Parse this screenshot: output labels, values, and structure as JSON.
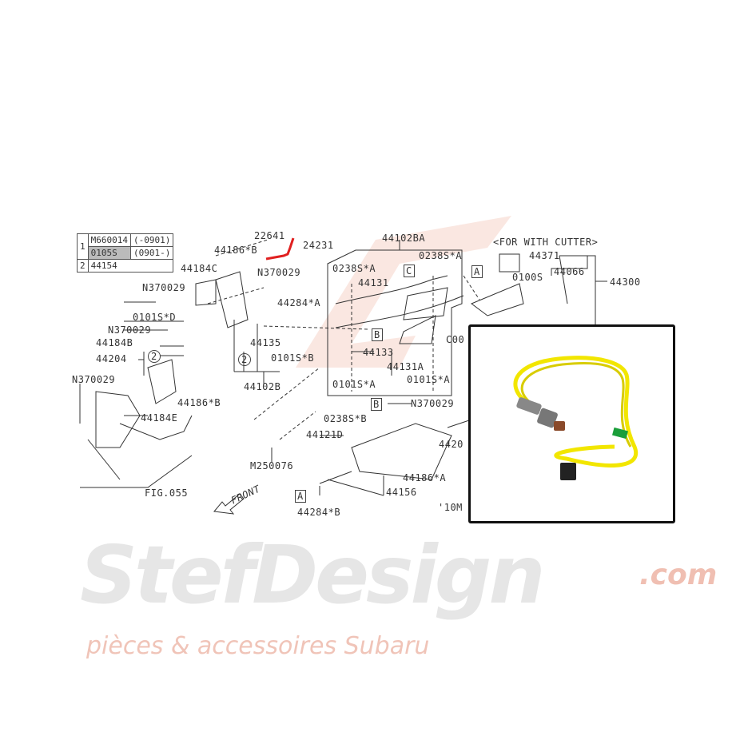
{
  "legend": {
    "rows": [
      {
        "marker": "1",
        "part": "M660014",
        "range": "(-0901)"
      },
      {
        "marker": "",
        "part": "0105S",
        "range": "(0901-)"
      },
      {
        "marker": "2",
        "part": "44154",
        "range": ""
      }
    ]
  },
  "labels": {
    "l22641": "22641",
    "l24231": "24231",
    "l44186b_top": "44186*B",
    "l44184c": "44184C",
    "l n370029_a": "N370029",
    "n370029_a": "N370029",
    "n370029_b": "N370029",
    "n370029_c": "N370029",
    "n370029_d": "N370029",
    "n370029_e": "N370029",
    "l0101s_d": "0101S*D",
    "l44184b": "44184B",
    "l44204": "44204",
    "l44184e": "44184E",
    "l44186b_low": "44186*B",
    "l44135": "44135",
    "l44284a": "44284*A",
    "l0101s_b": "0101S*B",
    "l44102b": "44102B",
    "l44102ba": "44102BA",
    "l0238s_a1": "0238S*A",
    "l0238s_a2": "0238S*A",
    "l44131": "44131",
    "box_c": "C",
    "box_a": "A",
    "box_b": "B",
    "l44133": "44133",
    "l44131a": "44131A",
    "l0101s_a1": "0101S*A",
    "l0101s_a2": "0101S*A",
    "for_with_cutter": "<FOR WITH CUTTER>",
    "l44371": "44371",
    "l0100s": "0100S",
    "l44066": "44066",
    "l44300": "44300",
    "c00": "C00",
    "box_b2": "B",
    "l0238s_b": "0238S*B",
    "l44121d": "44121D",
    "m250076": "M250076",
    "l4420": "4420",
    "l44186a": "44186*A",
    "l44156": "44156",
    "box_a2": "A",
    "l44284b": "44284*B",
    "fig055": "FIG.055",
    "front": "FRONT",
    "ten": "'10M",
    "circle2a": "2",
    "circle2b": "2"
  },
  "watermark": {
    "brand": "StefDesign",
    "domain": ".com",
    "tagline": "pièces & accessoires Subaru"
  },
  "colors": {
    "highlight": "#e02020",
    "cable": "#f2e600",
    "watermark": "#f5c9bd"
  }
}
